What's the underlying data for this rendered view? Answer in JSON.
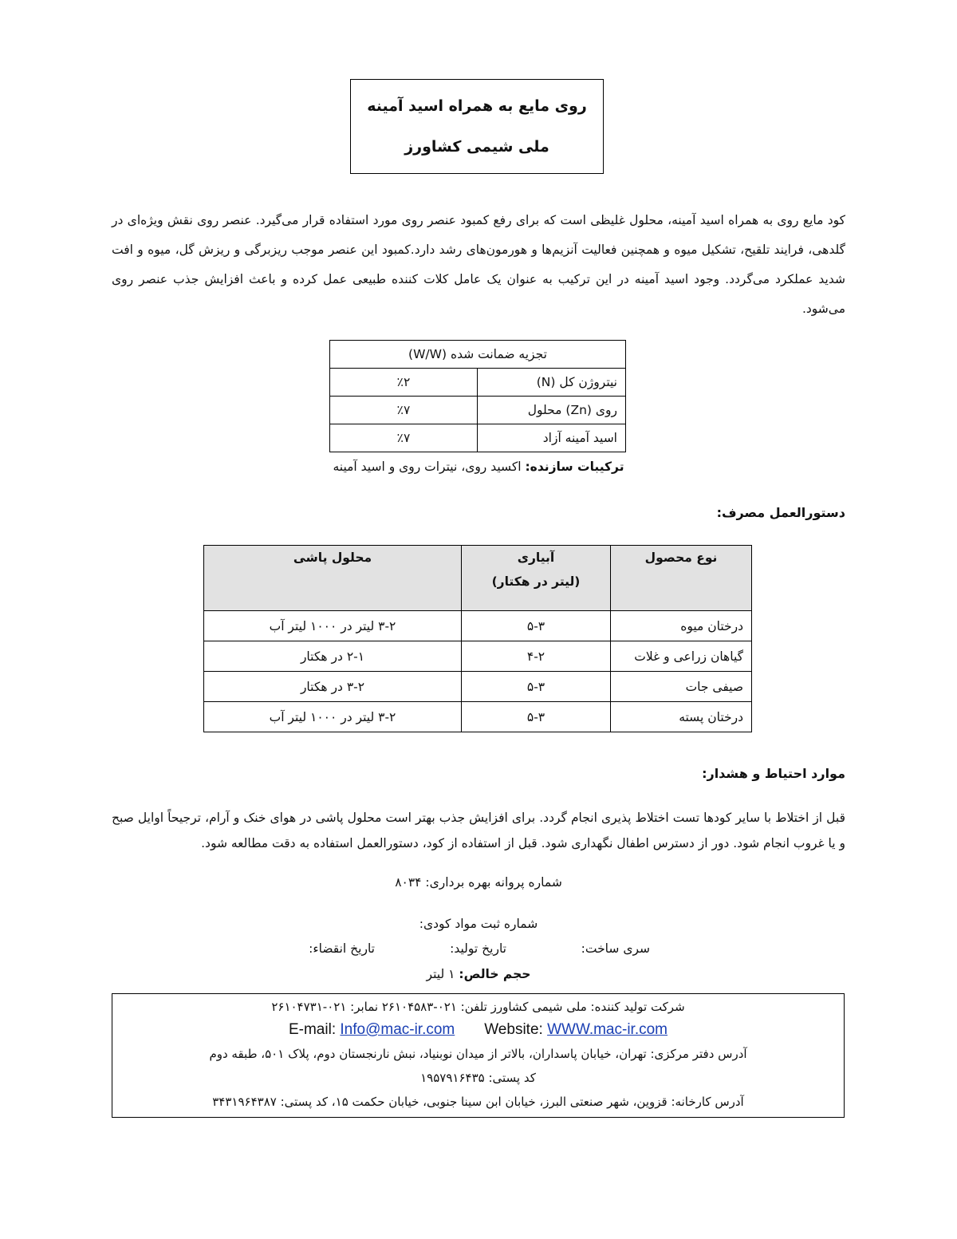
{
  "title": {
    "line1": "روی مایع به همراه اسید آمینه",
    "line2": "ملی شیمی کشاورز"
  },
  "intro": "کود مایع روی به همراه اسید آمینه، محلول غلیظی است که برای رفع کمبود عنصر روی مورد استفاده قرار می‌گیرد. عنصر روی نقش ویژه‌ای در گلدهی، فرایند تلقیح، تشکیل میوه و همچنین فعالیت آنزیم‌ها و هورمون‌های رشد دارد.کمبود این عنصر موجب ریزبرگی و ریزش گل، میوه و افت شدید عملکرد می‌گردد. وجود اسید آمینه در این ترکیب به عنوان یک عامل کلات کننده طبیعی عمل کرده و باعث افزایش جذب عنصر روی می‌شود.",
  "analysis": {
    "header": "تجزیه ضمانت شده (W/W)",
    "rows": [
      {
        "name": "نیتروژن کل (N)",
        "value": "٪۲"
      },
      {
        "name": "روی (Zn) محلول",
        "value": "٪۷"
      },
      {
        "name": "اسید آمینه آزاد",
        "value": "٪۷"
      }
    ]
  },
  "ingredients": {
    "label": "ترکیبات سازنده:",
    "value": " اکسید روی، نیترات روی و اسید آمینه"
  },
  "usage": {
    "heading": "دستورالعمل مصرف:",
    "headers": {
      "crop": "نوع محصول",
      "irrigation": "آبیاری",
      "irrigation_unit": "(لیتر در هکتار)",
      "foliar": "محلول پاشی"
    },
    "rows": [
      {
        "crop": "درختان میوه",
        "irrigation": "۵-۳",
        "foliar": "۳-۲ لیتر در ۱۰۰۰ لیتر آب"
      },
      {
        "crop": "گیاهان زراعی و غلات",
        "irrigation": "۴-۲",
        "foliar": "۲-۱ در هکتار"
      },
      {
        "crop": "صیفی جات",
        "irrigation": "۵-۳",
        "foliar": "۳-۲ در هکتار"
      },
      {
        "crop": "درختان پسته",
        "irrigation": "۵-۳",
        "foliar": "۳-۲ لیتر در ۱۰۰۰ لیتر آب"
      }
    ]
  },
  "warnings": {
    "heading": "موارد احتیاط و هشدار:",
    "text": "قبل از اختلاط با سایر کودها تست اختلاط پذیری انجام گردد. برای افزایش جذب بهتر است محلول پاشی در هوای خنک و آرام، ترجیحاً اوایل صبح و یا غروب انجام شود. دور از دسترس اطفال نگهداری شود. قبل از استفاده از کود، دستورالعمل استفاده به دقت مطالعه شود."
  },
  "license": "شماره پروانه بهره برداری: ۸۰۳۴",
  "registration": "شماره ثبت مواد کودی:",
  "batch": "سری ساخت:",
  "production_date": "تاریخ تولید:",
  "expiry_date": "تاریخ انقضاء:",
  "volume": {
    "label": "حجم خالص:",
    "value": "  ۱ لیتر"
  },
  "footer": {
    "producer_line": "شرکت تولید کننده: ملی شیمی کشاورز    تلفن: ۰۲۱-۲۶۱۰۴۵۸۳    نمابر: ۰۲۱-۲۶۱۰۴۷۳۱",
    "email_label": "E-mail: ",
    "email": "Info@mac-ir.com",
    "website_label": "Website: ",
    "website": "WWW.mac-ir.com",
    "office_address": "آدرس دفتر مرکزی: تهران، خیابان پاسداران، بالاتر از میدان نوبنیاد، نبش نارنجستان دوم، پلاک ۵۰۱، طبقه دوم",
    "office_postal": "کد پستی: ۱۹۵۷۹۱۶۴۳۵",
    "factory_address": "آدرس کارخانه: قزوین، شهر صنعتی البرز، خیابان ابن سینا جنوبی، خیابان حکمت ۱۵، کد پستی: ۳۴۳۱۹۶۴۳۸۷"
  }
}
